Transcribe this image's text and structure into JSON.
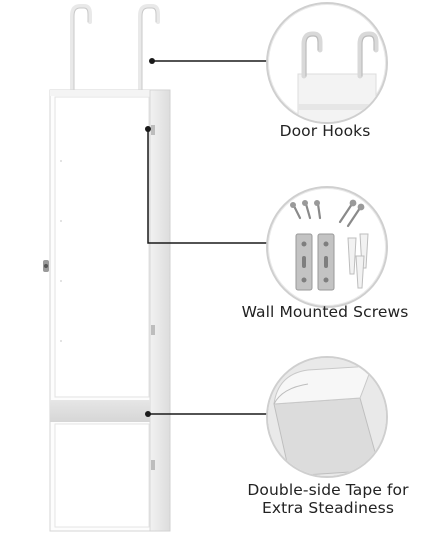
{
  "callouts": [
    {
      "label": "Door Hooks",
      "icon": "door-hook-icon"
    },
    {
      "label": "Wall Mounted Screws",
      "icon": "screws-and-brackets-icon"
    },
    {
      "label": "Double-side Tape for",
      "label2": "Extra Steadiness",
      "icon": "adhesive-tape-icon"
    }
  ],
  "colors": {
    "connector": "#1a1a1a",
    "circle_border": "#cfcfcf",
    "cabinet": "#ffffff",
    "cabinet_edge": "#d8d8d8"
  }
}
